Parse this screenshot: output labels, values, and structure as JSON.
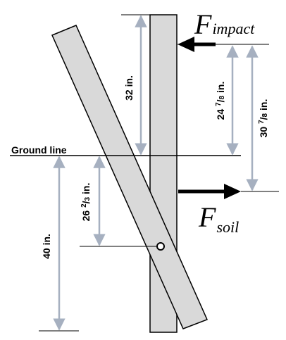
{
  "labels": {
    "f_impact_main": "F",
    "f_impact_sub": "impact",
    "f_soil_main": "F",
    "f_soil_sub": "soil",
    "ground_line": "Ground line"
  },
  "dimensions": {
    "d32": "32 in.",
    "d24_whole": "24 ",
    "d24_num": "7",
    "d24_sep": "/",
    "d24_den": "8",
    "d24_unit": " in.",
    "d30_whole": "30 ",
    "d30_num": "7",
    "d30_sep": "/",
    "d30_den": "8",
    "d30_unit": " in.",
    "d26_whole": "26 ",
    "d26_num": "2",
    "d26_sep": "/",
    "d26_den": "3",
    "d26_unit": " in.",
    "d40": "40 in."
  },
  "colors": {
    "bar_fill": "#d9d9d9",
    "outline": "#000000",
    "dimension_line": "#a6b0c0"
  }
}
